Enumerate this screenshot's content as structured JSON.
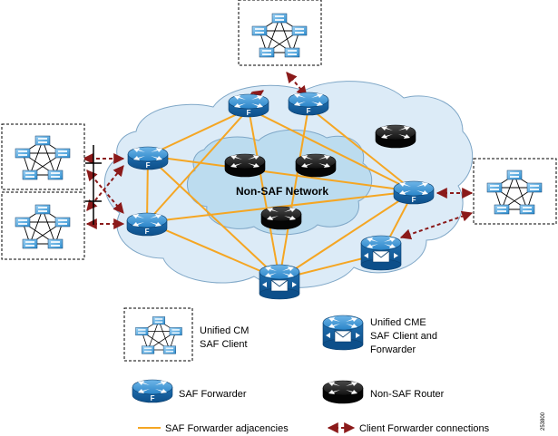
{
  "diagram": {
    "network_label": "Non-SAF Network",
    "router_letter": "F",
    "figure_id": "253800"
  },
  "legend": {
    "unified_cm_line1": "Unified CM",
    "unified_cm_line2": "SAF Client",
    "unified_cme_line1": "Unified CME",
    "unified_cme_line2": "SAF Client and",
    "unified_cme_line3": "Forwarder",
    "saf_forwarder": "SAF Forwarder",
    "non_saf_router": "Non-SAF Router",
    "saf_adjacencies": "SAF Forwarder adjacencies",
    "client_connections": "Client Forwarder connections"
  },
  "colors": {
    "adjacency_line": "#f5a623",
    "client_connection": "#8b1a1a",
    "saf_router": "#1a6fb5",
    "non_saf_router": "#111111",
    "cloud_fill": "#dcebf7",
    "inner_cloud_fill": "#bcdcef"
  },
  "icons": {
    "saf_forwarder": "router-f-icon",
    "non_saf_router": "router-black-icon",
    "unified_cme": "router-envelope-icon",
    "unified_cm_cluster": "server-cluster-icon"
  }
}
